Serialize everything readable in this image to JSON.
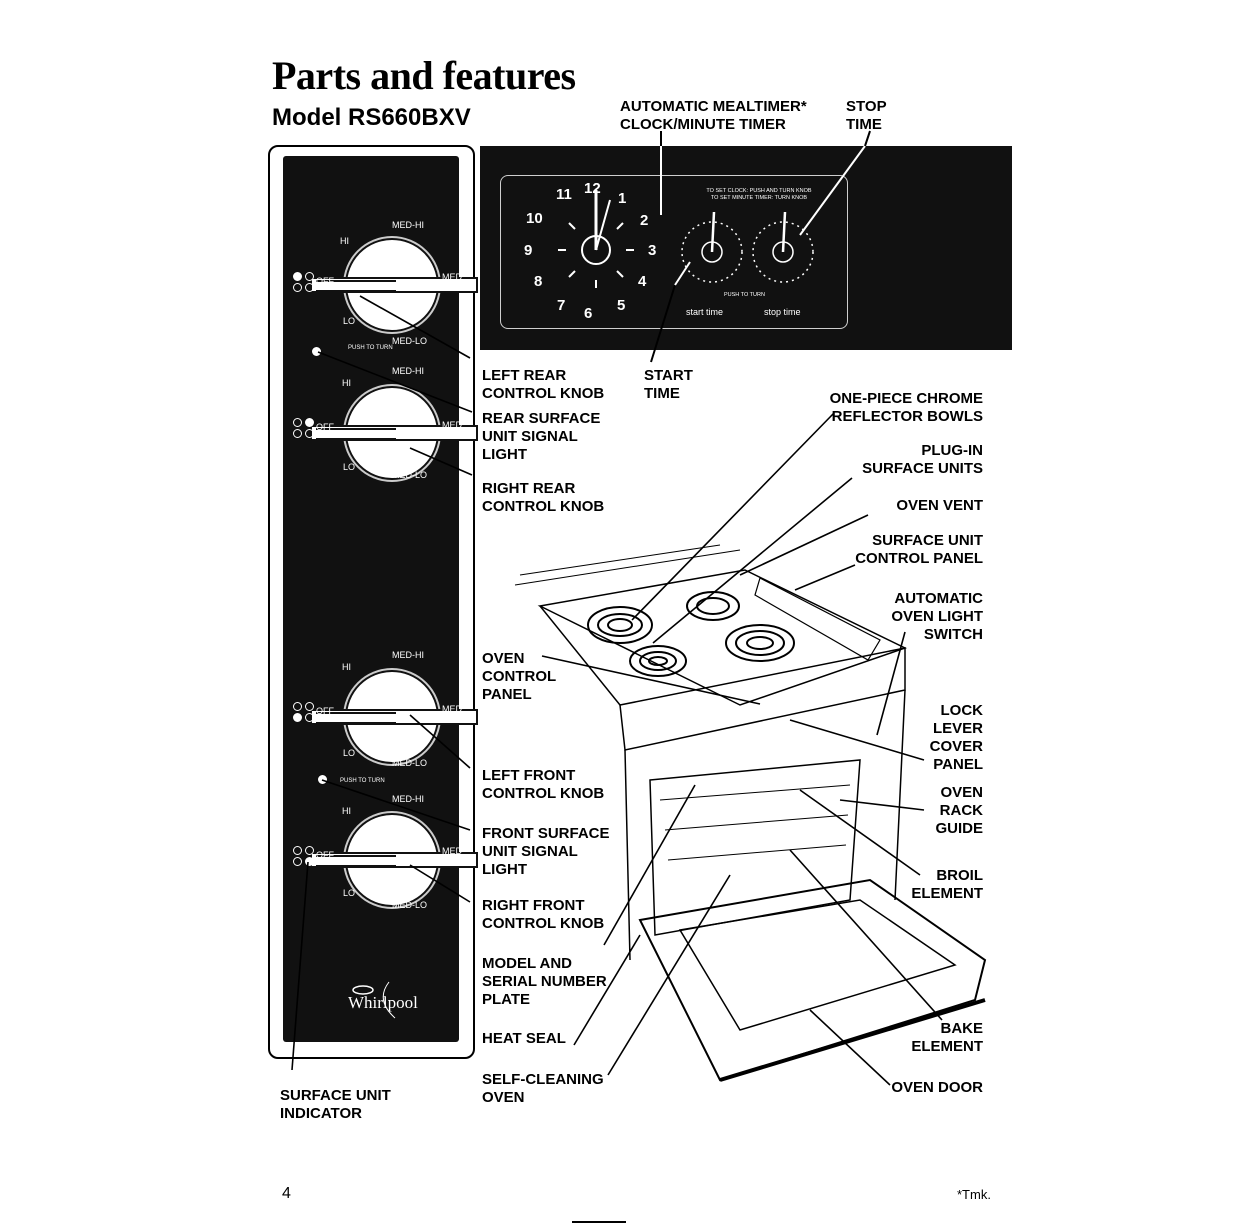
{
  "page": {
    "title": "Parts and features",
    "model": "Model RS660BXV",
    "page_number": "4",
    "trademark_note": "*Tmk."
  },
  "clock_labels": {
    "mealtimer": "AUTOMATIC MEALTIMER*\nCLOCK/MINUTE TIMER",
    "stop_time": "STOP\nTIME",
    "start_time": "START\nTIME",
    "instructions": "TO SET CLOCK: PUSH AND TURN KNOB\nTO SET MINUTE TIMER: TURN KNOB",
    "push_to_turn": "PUSH TO TURN",
    "start_small": "start time",
    "stop_small": "stop time",
    "clock_numbers": [
      "12",
      "1",
      "2",
      "3",
      "4",
      "5",
      "6",
      "7",
      "8",
      "9",
      "10",
      "11"
    ]
  },
  "panel_knobs": {
    "hi": "HI",
    "med_hi": "MED-HI",
    "med": "MED",
    "med_lo": "MED-LO",
    "lo": "LO",
    "off": "OFF",
    "push_to_turn": "PUSH TO TURN",
    "brand": "Whirlpool"
  },
  "callouts": {
    "left_rear_knob": "LEFT REAR\nCONTROL KNOB",
    "rear_signal": "REAR SURFACE\nUNIT SIGNAL\nLIGHT",
    "right_rear_knob": "RIGHT REAR\nCONTROL KNOB",
    "oven_control_panel": "OVEN\nCONTROL\nPANEL",
    "left_front_knob": "LEFT FRONT\nCONTROL KNOB",
    "front_signal": "FRONT SURFACE\nUNIT SIGNAL\nLIGHT",
    "right_front_knob": "RIGHT FRONT\nCONTROL KNOB",
    "model_serial": "MODEL AND\nSERIAL NUMBER\nPLATE",
    "heat_seal": "HEAT SEAL",
    "self_cleaning": "SELF-CLEANING\nOVEN",
    "surface_indicator": "SURFACE UNIT\nINDICATOR",
    "reflector_bowls": "ONE-PIECE CHROME\nREFLECTOR BOWLS",
    "plug_in": "PLUG-IN\nSURFACE UNITS",
    "oven_vent": "OVEN VENT",
    "surface_control_panel": "SURFACE UNIT\nCONTROL PANEL",
    "oven_light_switch": "AUTOMATIC\nOVEN LIGHT\nSWITCH",
    "lock_lever": "LOCK\nLEVER\nCOVER\nPANEL",
    "rack_guide": "OVEN\nRACK\nGUIDE",
    "broil_element": "BROIL\nELEMENT",
    "bake_element": "BAKE\nELEMENT",
    "oven_door": "OVEN DOOR"
  }
}
